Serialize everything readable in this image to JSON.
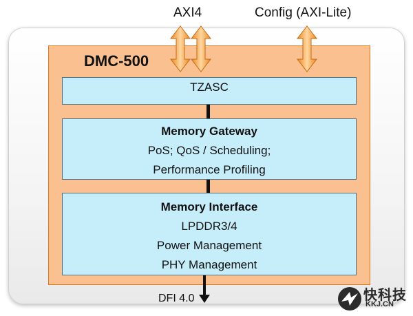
{
  "diagram": {
    "top_labels": {
      "axi4": "AXI4",
      "config": "Config (AXI-Lite)"
    },
    "controller": {
      "title": "DMC-500"
    },
    "blocks": {
      "tzasc": {
        "title": "TZASC"
      },
      "memory_gateway": {
        "title": "Memory Gateway",
        "lines": [
          "PoS; QoS / Scheduling;",
          "Performance Profiling"
        ]
      },
      "memory_interface": {
        "title": "Memory Interface",
        "lines": [
          "LPDDR3/4",
          "Power Management",
          "PHY Management"
        ]
      }
    },
    "bottom_label": "DFI 4.0"
  },
  "watermark": {
    "title": "快科技",
    "subtitle": "KKJ.CN"
  },
  "colors": {
    "controller_fill": "#fac090",
    "controller_border": "#e07a1f",
    "block_fill": "#c6eefa",
    "block_border": "#4a6f86",
    "arrow_fill": "#f7a645",
    "connector": "#111111"
  }
}
